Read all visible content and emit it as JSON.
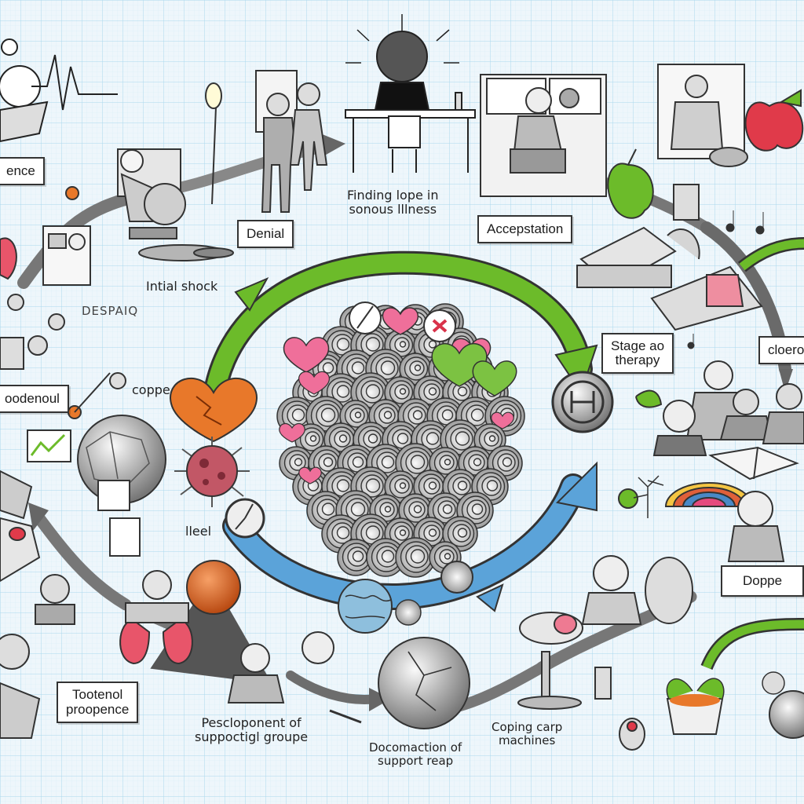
{
  "labels": {
    "ence": "ence",
    "denial": "Denial",
    "finding_hope": "Finding lope in\nsonous lllness",
    "acceptation": "Accepstation",
    "initial_shock": "Intial shock",
    "stage_therapy": "Stage ao\ntherapy",
    "clocron": "cloeron",
    "oddenoul": "oodenoul",
    "coppe": "coppe",
    "lleel": "lleel",
    "doppe": "Doppe",
    "tootenol": "Tootenol\nproopence",
    "pescloponent": "Pescloponent of\nsuppoctigl groupe",
    "documentation": "Docomaction of\nsupport reap",
    "coping": "Coping carp\nmachines",
    "despadi": "DESPAIQ"
  },
  "colors": {
    "arrow_green": "#6cbb2a",
    "arrow_blue": "#5ba3d9",
    "grid": "#9fd3ea",
    "heart_pink": "#ef6f9a",
    "heart_green": "#7cc242",
    "orange": "#e8782a",
    "apple_red": "#e03a4a"
  }
}
